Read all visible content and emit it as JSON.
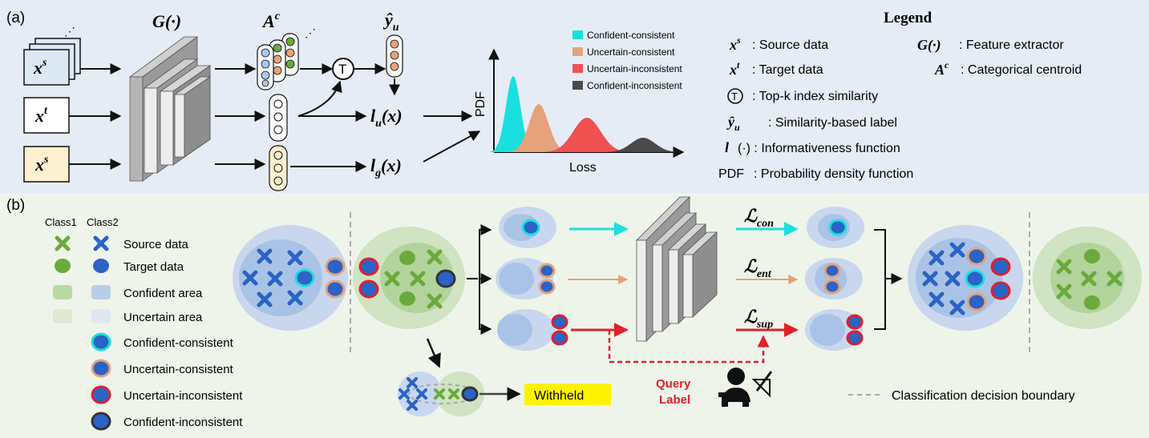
{
  "panel_a": {
    "label": "(a)",
    "G_label": "G(·)",
    "A_label": "A",
    "A_sup": "c",
    "y_label": "ŷ",
    "y_sub": "u",
    "T_symbol": "T",
    "inputs": [
      {
        "base": "x",
        "sup": "s",
        "color": "#dde8f5"
      },
      {
        "base": "x",
        "sup": "t",
        "color": "#ffffff"
      },
      {
        "base": "x",
        "sup": "s",
        "color": "#fdf0cf"
      }
    ],
    "lu_label": "l",
    "lu_sub": "u",
    "lu_arg": "(x)",
    "lg_label": "l",
    "lg_sub": "g",
    "lg_arg": "(x)",
    "pdf_ylabel": "PDF",
    "pdf_xlabel": "Loss",
    "pdf_legend": [
      {
        "label": "Confident-consistent",
        "color": "#19e0de"
      },
      {
        "label": "Uncertain-consistent",
        "color": "#e6a27a"
      },
      {
        "label": "Uncertain-inconsistent",
        "color": "#f05050"
      },
      {
        "label": "Confident-inconsistent",
        "color": "#4a4a4a"
      }
    ],
    "legend": {
      "title": "Legend",
      "rows": [
        {
          "sym": "x",
          "sup": "s",
          "sub": "",
          "text": ": Source data"
        },
        {
          "sym": "x",
          "sup": "t",
          "sub": "",
          "text": ": Target data"
        },
        {
          "sym": "T",
          "sup": "",
          "sub": "",
          "text": ": Top-k index similarity"
        },
        {
          "sym": "ŷ",
          "sup": "",
          "sub": "u",
          "text": ": Similarity-based label"
        },
        {
          "sym": "l",
          "sup": "",
          "sub": "",
          "text": "(·) : Informativeness function"
        },
        {
          "sym": "PDF",
          "sup": "",
          "sub": "",
          "text": ": Probability density function"
        }
      ],
      "rows_right": [
        {
          "sym": "G(·)",
          "sup": "",
          "text": ": Feature extractor"
        },
        {
          "sym": "A",
          "sup": "c",
          "text": ": Categorical centroid"
        }
      ]
    }
  },
  "panel_b": {
    "label": "(b)",
    "class_headers": [
      "Class1",
      "Class2"
    ],
    "legend_items": [
      "Source data",
      "Target data",
      "Confident area",
      "Uncertain area",
      "Confident-consistent",
      "Uncertain-consistent",
      "Uncertain-inconsistent",
      "Confident-inconsistent"
    ],
    "loss_con": "con",
    "loss_ent": "ent",
    "loss_sup": "sup",
    "loss_symbol": "ℒ",
    "withheld": "Withheld",
    "query_line1": "Query",
    "query_line2": "Label",
    "boundary_label": "Classification decision boundary"
  },
  "colors": {
    "source_blue": "#2b63c6",
    "target_green": "#6aaa3c",
    "cyan": "#19e0de",
    "orange": "#e6a27a",
    "red": "#e0202a",
    "dark": "#333333",
    "withheld_bg": "#fff200",
    "query_red": "#e0202a"
  }
}
